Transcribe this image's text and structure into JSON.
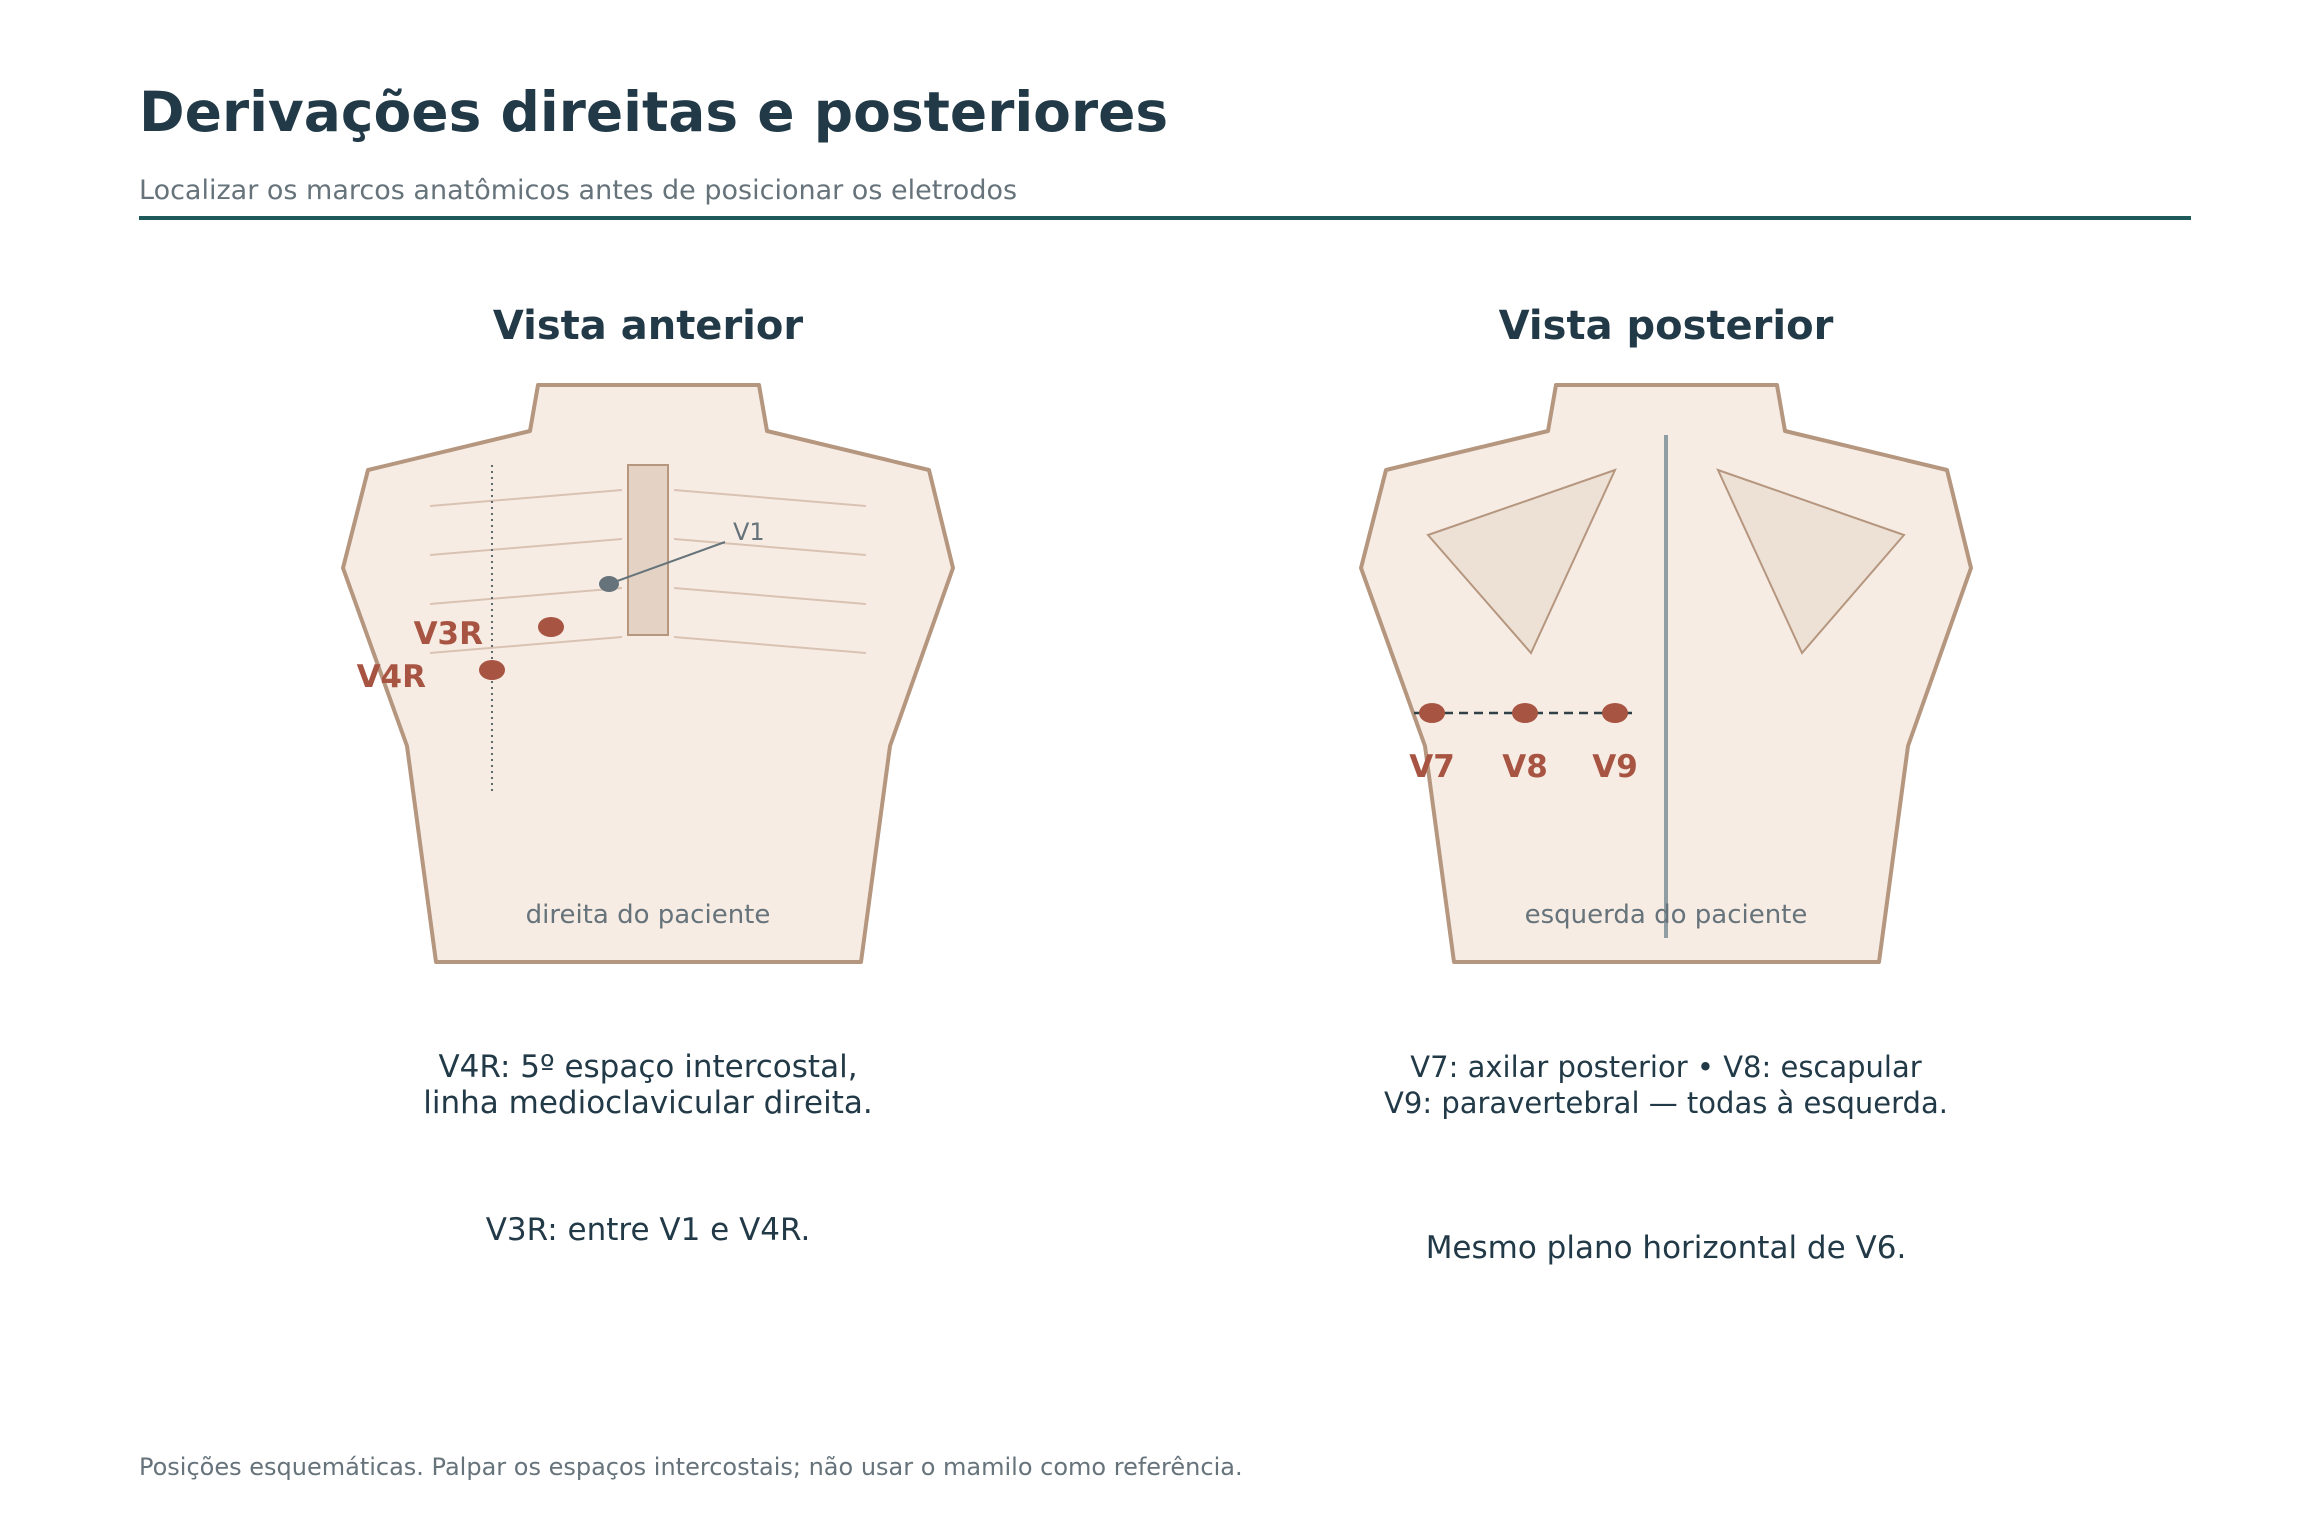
{
  "page": {
    "title": "Derivações direitas e posteriores",
    "subtitle": "Localizar os marcos anatômicos antes de posicionar os eletrodos",
    "footnote": "Posições esquemáticas. Palpar os espaços intercostais; não usar o mamilo como referência."
  },
  "colors": {
    "heading": "#223a47",
    "muted": "#66737b",
    "accent_rule": "#1f5a5a",
    "electrode": "#a85442",
    "torso_fill": "#f7ece4",
    "torso_stroke": "#b5967f",
    "bone_fill": "#e4d3c5",
    "spine": "#8f9ea3"
  },
  "anterior": {
    "heading": "Vista anterior",
    "side_label": "direita do paciente",
    "v1_label": "V1",
    "electrodes": [
      "V3R",
      "V4R"
    ],
    "note_line1": "V4R: 5º espaço intercostal,",
    "note_line2": "linha medioclavicular direita.",
    "note_extra": "V3R: entre V1 e V4R."
  },
  "posterior": {
    "heading": "Vista posterior",
    "side_label": "esquerda do paciente",
    "electrodes": [
      "V7",
      "V8",
      "V9"
    ],
    "note_line1": "V7: axilar posterior • V8: escapular",
    "note_line2": "V9: paravertebral — todas à esquerda.",
    "note_extra": "Mesmo plano horizontal de V6."
  }
}
